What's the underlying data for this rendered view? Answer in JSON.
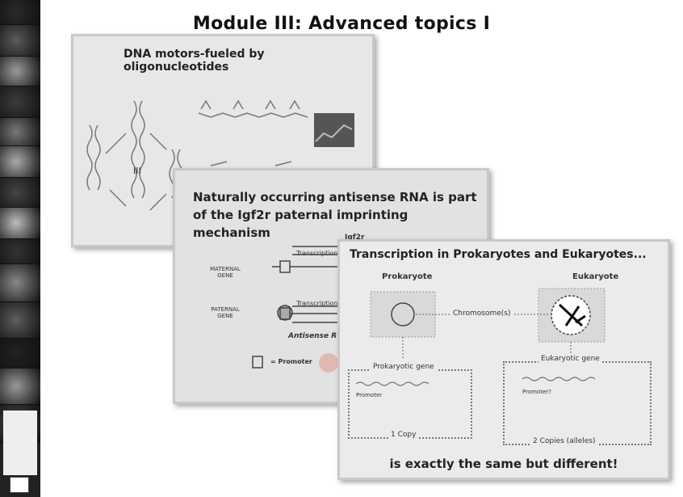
{
  "title": "Module III: Advanced topics I",
  "slide1": {
    "title": "DNA motors-fueled by oligonucleotides",
    "label": "III"
  },
  "slide2": {
    "title": "Naturally occurring antisense RNA is part of the Igf2r paternal imprinting mechanism",
    "igf2r": "Igf2r",
    "maternal": "MATERNAL GENE",
    "paternal": "PATERNAL GENE",
    "transcription": "Transcription",
    "antisense": "Antisense R",
    "promoter_legend": "= Promoter"
  },
  "slide3": {
    "title": "Transcription in Prokaryotes and Eukaryotes...",
    "prokaryote": "Prokaryote",
    "eukaryote": "Eukaryote",
    "chromosome": "Chromosome(s)",
    "prok_gene": "Prokaryotic gene",
    "euk_gene": "Eukaryotic gene",
    "promoter": "Promoter",
    "promoter_q": "Promoter?",
    "one_copy": "1 Copy",
    "two_copies": "2 Copies (alleles)",
    "footer": "is exactly the same but different!"
  },
  "strip_colors": [
    "#2a2a2a",
    "#5a5a5a",
    "#9a9a9a",
    "#3c3c3c",
    "#777",
    "#aaa",
    "#444",
    "#bdbdbd",
    "#333",
    "#888",
    "#5d5d5d",
    "#222",
    "#999",
    "#4a4a4a"
  ]
}
